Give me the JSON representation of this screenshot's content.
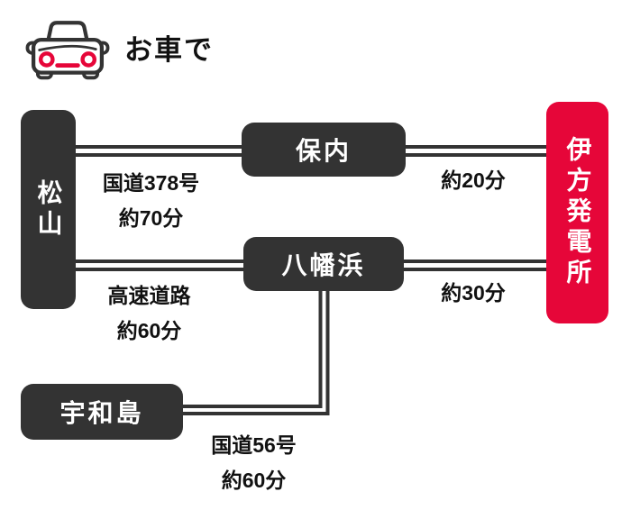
{
  "header": {
    "title": "お車で",
    "icon": "car-front-icon"
  },
  "colors": {
    "node_dark": "#333333",
    "destination_red": "#e60639",
    "line": "#333333",
    "text": "#111111",
    "node_text": "#ffffff"
  },
  "nodes": {
    "matsuyama": {
      "label": "松山"
    },
    "honai": {
      "label": "保内"
    },
    "yawatahama": {
      "label": "八幡浜"
    },
    "uwajima": {
      "label": "宇和島"
    },
    "ikata": {
      "label": "伊方発電所"
    }
  },
  "routes": [
    {
      "from": "松山",
      "to": "保内",
      "via": "国道378号",
      "time": "約70分"
    },
    {
      "from": "保内",
      "to": "伊方発電所",
      "via": "",
      "time": "約20分"
    },
    {
      "from": "松山",
      "to": "八幡浜",
      "via": "高速道路",
      "time": "約60分"
    },
    {
      "from": "八幡浜",
      "to": "伊方発電所",
      "via": "",
      "time": "約30分"
    },
    {
      "from": "宇和島",
      "to": "八幡浜",
      "via": "国道56号",
      "time": "約60分"
    }
  ]
}
